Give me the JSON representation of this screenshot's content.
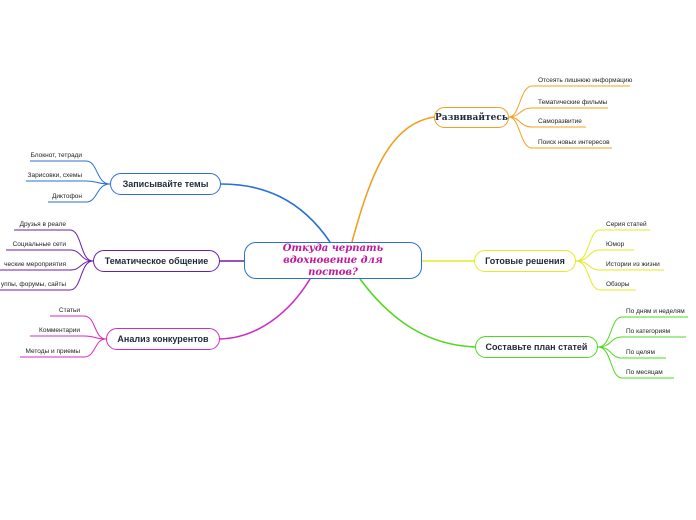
{
  "center": "Откуда черпать вдохновение для постов?",
  "colors": {
    "blue": "#2a6fd6",
    "purple": "#6b1fa8",
    "magenta": "#d02bc8",
    "orange": "#f0a020",
    "yellow": "#e4ea22",
    "green": "#4fd81e"
  },
  "branches": [
    {
      "label": "Развивайтесь",
      "leaves": [
        "Отсеять лишнюю информацию",
        "Тематические фильмы",
        "Саморазвитие",
        "Поиск новых интересов"
      ]
    },
    {
      "label": "Готовые решения",
      "leaves": [
        "Серия статей",
        "Юмор",
        "Истории из жизни",
        "Обзоры"
      ]
    },
    {
      "label": "Составьте план статей",
      "leaves": [
        "По дням и неделям",
        "По категориям",
        "По целям",
        "По месяцам"
      ]
    },
    {
      "label": "Записывайте темы",
      "leaves": [
        "Блокнот, тетради",
        "Зарисовки, схемы",
        "Диктофон"
      ]
    },
    {
      "label": "Тематическое общение",
      "leaves": [
        "Друзья в реале",
        "Социальные сети",
        "ческие мероприятия",
        "уппы, форумы, сайты"
      ]
    },
    {
      "label": "Анализ конкурентов",
      "leaves": [
        "Статьи",
        "Комментарии",
        "Методы и приемы"
      ]
    }
  ]
}
